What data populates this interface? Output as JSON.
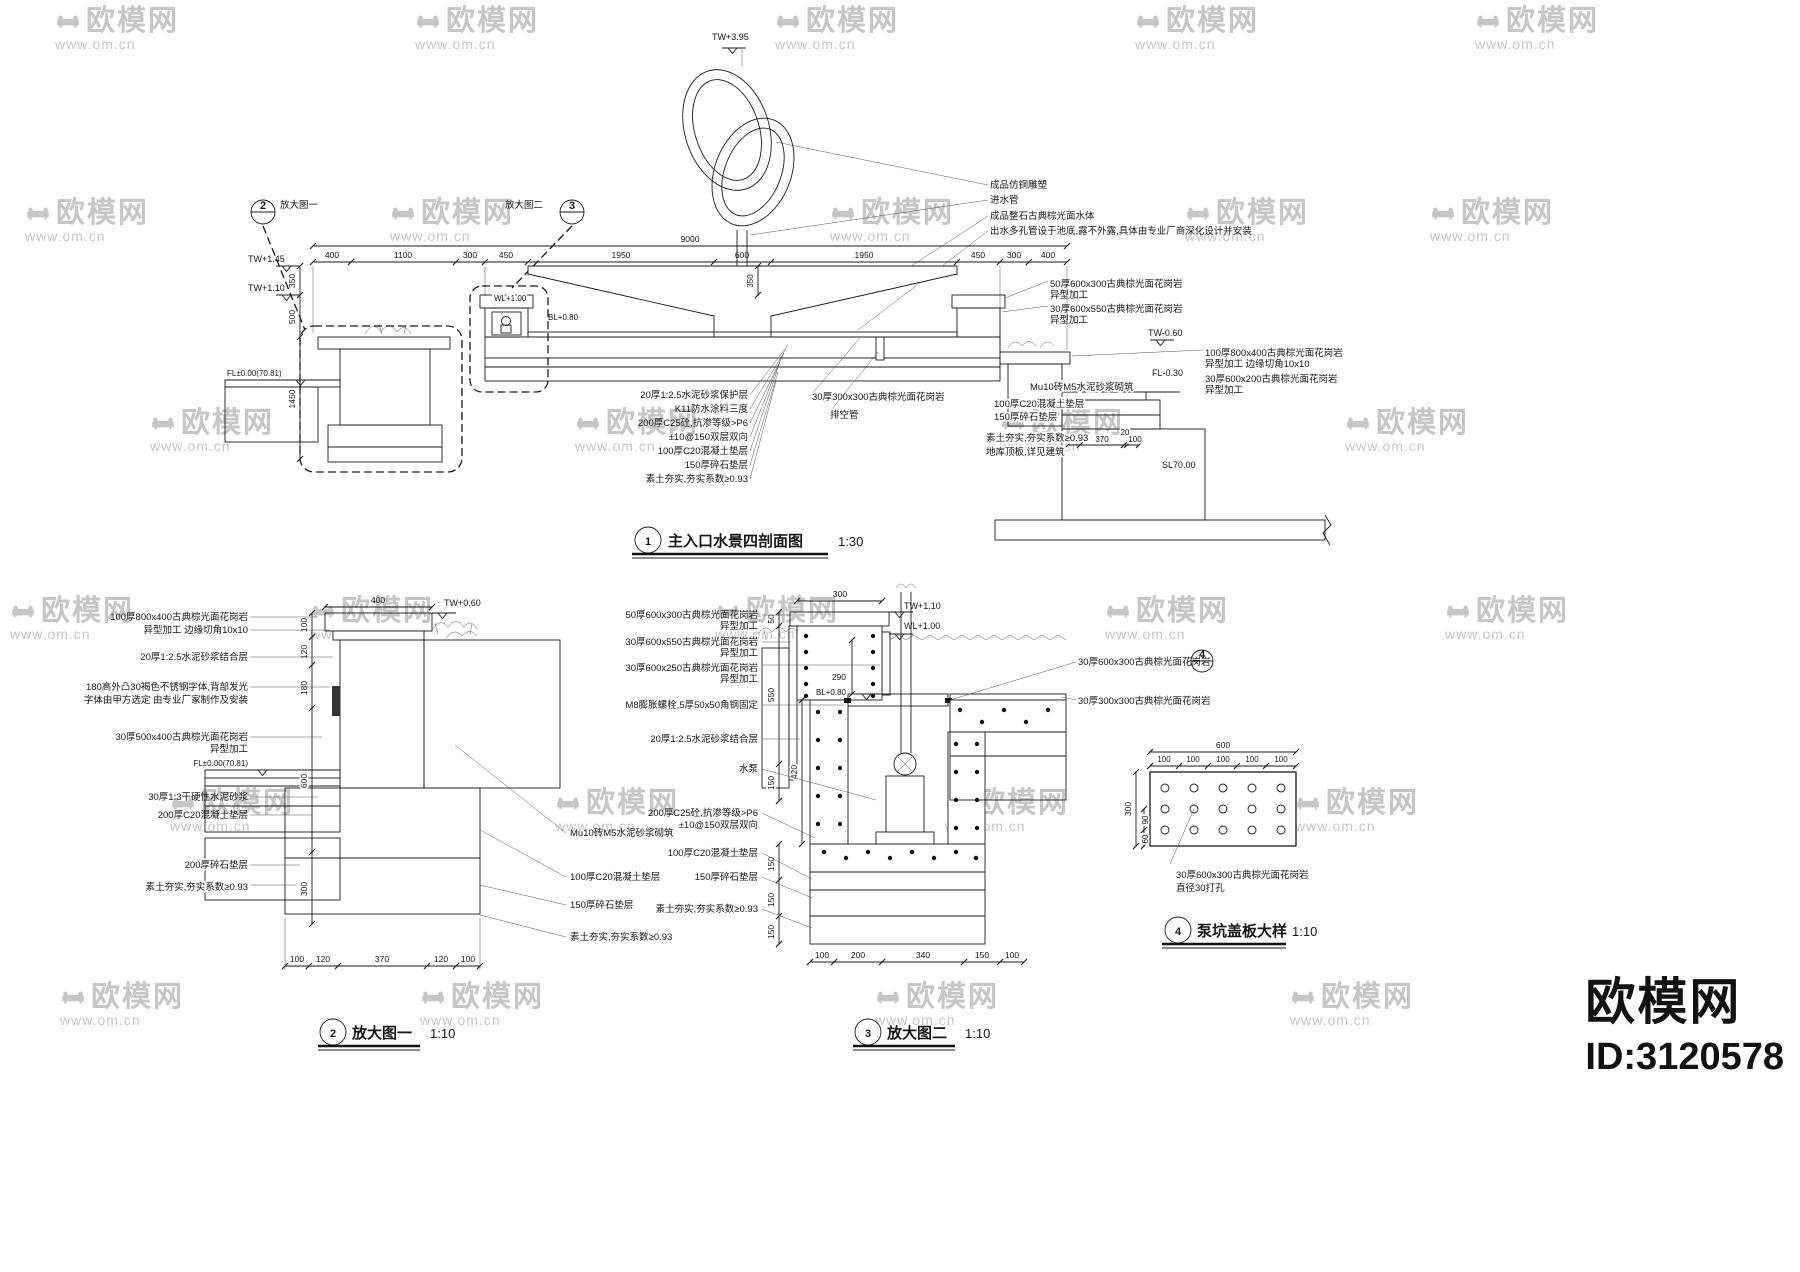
{
  "watermark": {
    "brand": "欧模网",
    "url": "www.om.cn"
  },
  "brand": {
    "name": "欧模网",
    "id": "ID:3120578"
  },
  "main": {
    "num": "1",
    "title": "主入口水景四剖面图",
    "scale": "1:30",
    "callouts": [
      {
        "num": "2",
        "label": "放大图一"
      },
      {
        "num": "3",
        "label": "放大图二"
      }
    ],
    "levels": {
      "tw395": "TW+3.95",
      "tw145": "TW+1.45",
      "tw110": "TW+1.10",
      "wl100": "WL+1.00",
      "bl080": "BL+0.80",
      "tw060": "TW-0.60",
      "fl030": "FL-0.30",
      "fl000": "FL±0.00(70.81)",
      "sl000": "SL70.00"
    },
    "dim_overall": "9000",
    "dims_top": [
      "400",
      "1100",
      "300",
      "450",
      "1950",
      "600",
      "1950",
      "450",
      "300",
      "400"
    ],
    "dims_left": [
      "350",
      "500",
      "1450"
    ],
    "dim_bowl": "350",
    "dims_right": [
      "100",
      "370",
      "20",
      "100"
    ],
    "notes_sculpture": [
      "成品仿铜雕塑",
      "进水管",
      "成品整石古典棕光面水体",
      "出水多孔管设于池底,露不外露,具体由专业厂商深化设计并安装"
    ],
    "notes_right": [
      "50厚600x300古典棕光面花岗岩",
      "异型加工",
      "30厚600x550古典棕光面花岗岩",
      "异型加工",
      "100厚800x400古典棕光面花岗岩",
      "异型加工 边缘切角10x10",
      "30厚600x200古典棕光面花岗岩",
      "异型加工",
      "Mu10砖M5水泥砂浆砌筑",
      "100厚C20混凝土垫层",
      "150厚碎石垫层",
      "素土夯实,夯实系数≥0.93",
      "地库顶板,详见建筑"
    ],
    "notes_bottom": [
      "20厚1:2.5水泥砂浆保护层",
      "K11防水涂料三度",
      "200厚C25砼,抗渗等级>P6",
      "±10@150双层双向",
      "100厚C20混凝土垫层",
      "150厚碎石垫层",
      "素土夯实,夯实系数≥0.93"
    ],
    "notes_mid": [
      "30厚300x300古典棕光面花岗岩",
      "排空管"
    ]
  },
  "d1": {
    "num": "2",
    "title": "放大图一",
    "scale": "1:10",
    "level_top": "TW+0.60",
    "level_fl": "FL±0.00(70.81)",
    "dim_top": "400",
    "dims_v": [
      "100",
      "120",
      "180",
      "600",
      "300"
    ],
    "dims_bottom": [
      "100",
      "120",
      "370",
      "120",
      "100"
    ],
    "notes_left": [
      "100厚800x400古典棕光面花岗岩",
      "异型加工 边缘切角10x10",
      "20厚1:2.5水泥砂浆结合层",
      "180高外凸30褐色不锈钢字体,背部发光",
      "字体由甲方选定 由专业厂家制作及安装",
      "30厚500x400古典棕光面花岗岩",
      "异型加工",
      "30厚1:3干硬性水泥砂浆",
      "200厚C20混凝土垫层",
      "200厚碎石垫层",
      "素土夯实,夯实系数≥0.93"
    ],
    "notes_right": [
      "Mu10砖M5水泥砂浆砌筑",
      "100厚C20混凝土垫层",
      "150厚碎石垫层",
      "素土夯实,夯实系数≥0.93"
    ]
  },
  "d2": {
    "num": "3",
    "title": "放大图二",
    "scale": "1:10",
    "dim_top": "300",
    "dim_290": "290",
    "dim_420": "420",
    "levels": {
      "tw": "TW+1.10",
      "wl": "WL+1.00",
      "bl": "BL+0.80"
    },
    "dims_left": [
      "50",
      "550",
      "150"
    ],
    "dims_layers": [
      "150",
      "150",
      "150"
    ],
    "dims_bottom": [
      "100",
      "200",
      "340",
      "150",
      "100"
    ],
    "ref_num": "4",
    "notes_left": [
      "50厚600x300古典棕光面花岗岩",
      "异型加工",
      "30厚600x550古典棕光面花岗岩",
      "异型加工",
      "30厚600x250古典棕光面花岗岩",
      "异型加工",
      "M8膨胀螺栓,5厚50x50角钢固定",
      "20厚1:2.5水泥砂浆结合层",
      "水泵",
      "200厚C25砼,抗渗等级>P6",
      "±10@150双层双向",
      "100厚C20混凝土垫层",
      "150厚碎石垫层",
      "素土夯实,夯实系数≥0.93"
    ],
    "notes_right": [
      "30厚600x300古典棕光面花岗岩",
      "30厚300x300古典棕光面花岗岩"
    ]
  },
  "d4": {
    "num": "4",
    "title": "泵坑盖板大样",
    "scale": "1:10",
    "dim_total": "600",
    "dims_top": [
      "100",
      "100",
      "100",
      "100",
      "100"
    ],
    "dim_side": "300",
    "dims_side_sub": [
      "90",
      "60"
    ],
    "notes": [
      "30厚600x300古典棕光面花岗岩",
      "直径30打孔"
    ]
  }
}
